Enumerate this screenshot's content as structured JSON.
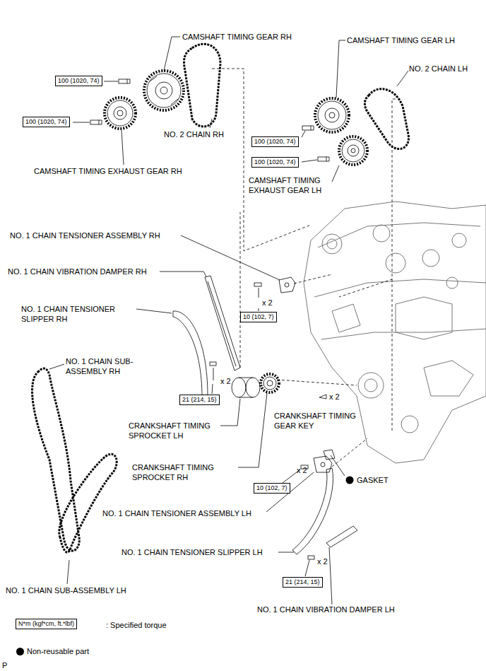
{
  "diagram": {
    "nodes": [
      {
        "text": [
          "100 (1020, 74)"
        ]
      },
      {
        "text": [
          "100 (1020, 74)"
        ]
      },
      {
        "text": [
          "100 (1020, 74)"
        ]
      },
      {
        "text": [
          "100 (1020, 74)"
        ]
      },
      {
        "text": [
          "10 (102, 7)"
        ]
      },
      {
        "text": [
          "21 (214, 15)"
        ]
      },
      {
        "text": [
          "10 (102, 7)"
        ]
      },
      {
        "text": [
          "21 (214, 15)"
        ]
      },
      {
        "text": [
          "N*m (kgf*cm, ft.*lbf)"
        ]
      }
    ],
    "labels": [
      "CAMSHAFT TIMING GEAR RH",
      "CAMSHAFT TIMING GEAR LH",
      "NO. 2 CHAIN LH",
      "NO. 2 CHAIN RH",
      "CAMSHAFT TIMING EXHAUST GEAR RH",
      "CAMSHAFT TIMING EXHAUST GEAR LH",
      "NO. 1 CHAIN TENSIONER ASSEMBLY RH",
      "NO. 1 CHAIN VIBRATION DAMPER RH",
      "x 2",
      "NO. 1 CHAIN TENSIONER SLIPPER RH",
      "NO. 1 CHAIN SUB-ASSEMBLY RH",
      "x 2",
      "x 2",
      "CRANKSHAFT TIMING GEAR KEY",
      "CRANKSHAFT TIMING SPROCKET LH",
      "CRANKSHAFT TIMING SPROCKET RH",
      "x 2",
      "GASKET",
      "NO. 1 CHAIN TENSIONER ASSEMBLY LH",
      "NO. 1 CHAIN TENSIONER SLIPPER LH",
      "x 2",
      "NO. 1 CHAIN SUB-ASSEMBLY LH",
      "NO. 1 CHAIN VIBRATION DAMPER LH",
      "P"
    ],
    "legend": [
      {
        "text": ": Specified torque"
      },
      {
        "text": "Non-reusable part"
      }
    ]
  }
}
